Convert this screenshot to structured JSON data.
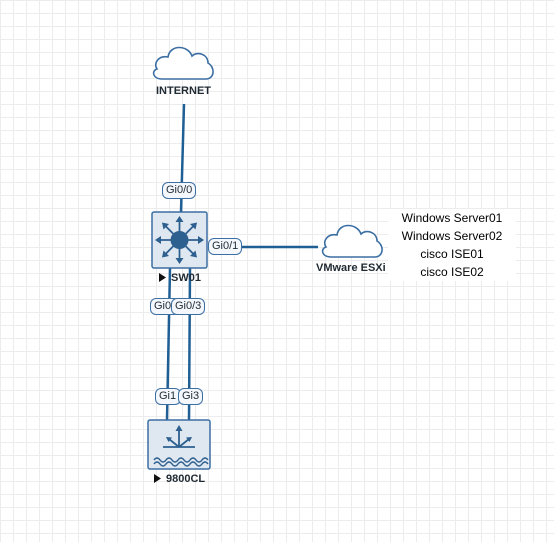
{
  "nodes": {
    "internet": {
      "label": "INTERNET",
      "icon": "cloud-icon"
    },
    "vmware": {
      "label": "VMware ESXi",
      "icon": "cloud-icon"
    },
    "sw01": {
      "label": "SW01",
      "icon": "switch-icon",
      "state_icon": "play-icon"
    },
    "wlc": {
      "label": "9800CL",
      "icon": "wireless-controller-icon",
      "state_icon": "play-icon"
    }
  },
  "ports": {
    "sw01_gi0_0": "Gi0/0",
    "sw01_gi0_1": "Gi0/1",
    "sw01_gi0_2": "Gi0/2",
    "sw01_gi0_3": "Gi0/3",
    "wlc_gi1": "Gi1",
    "wlc_gi3": "Gi3"
  },
  "annotation": {
    "lines": [
      "Windows Server01",
      "Windows Server02",
      "cisco ISE01",
      "cisco ISE02"
    ]
  },
  "colors": {
    "link": "#1f5f94",
    "device_bg": "#dfe8f1",
    "device_border": "#3b6ea3",
    "accent": "#2d5f8f"
  }
}
